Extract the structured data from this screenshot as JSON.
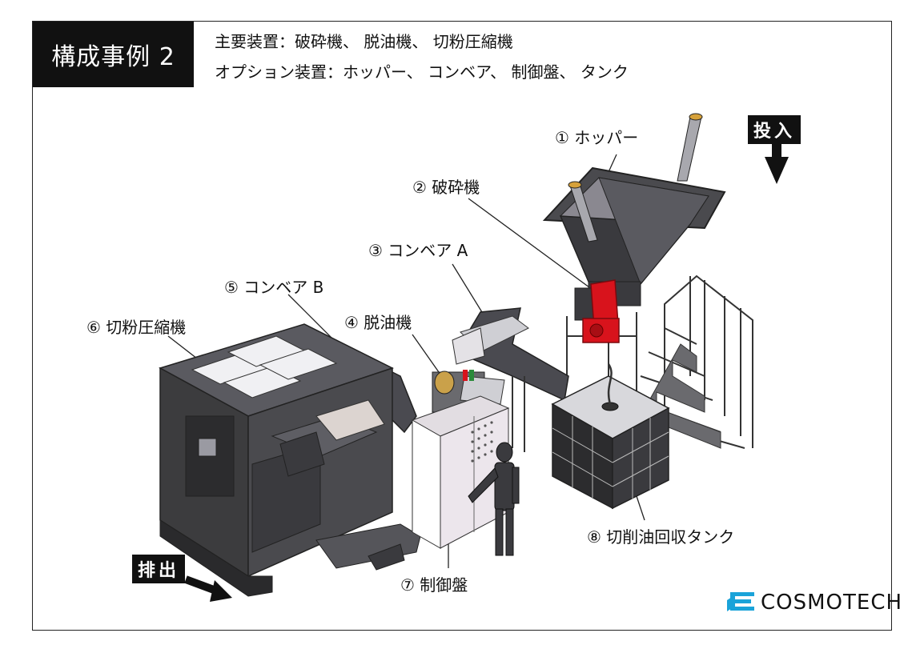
{
  "title": "構成事例 2",
  "header": {
    "main_equipment": "主要装置：破砕機、 脱油機、 切粉圧縮機",
    "option_equipment": "オプション装置：ホッパー、 コンベア、 制御盤、 タンク"
  },
  "labels": {
    "hopper": "① ホッパー",
    "crusher": "② 破砕機",
    "conveyor_a": "③ コンベア A",
    "deoiler": "④ 脱油機",
    "conveyor_b": "⑤ コンベア B",
    "compressor": "⑥ 切粉圧縮機",
    "control_panel": "⑦ 制御盤",
    "oil_tank": "⑧ 切削油回収タンク"
  },
  "tags": {
    "input": "投入",
    "output": "排出"
  },
  "logo": {
    "text": "COSMOTECH",
    "color": "#1aa3d9"
  },
  "colors": {
    "machine_dark": "#3c3c3e",
    "machine_mid": "#6a6a6e",
    "machine_light": "#cfcfd4",
    "motor_red": "#d8131c",
    "panel_pink": "#ece6ec"
  }
}
